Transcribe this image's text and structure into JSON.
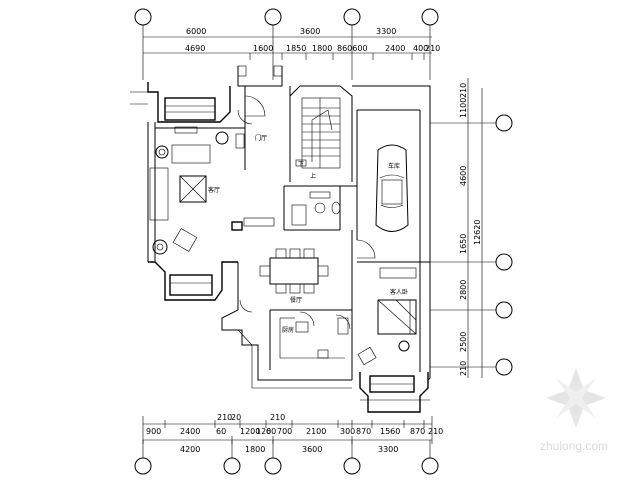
{
  "dims": {
    "top_total": [
      "6000",
      "3600",
      "3300"
    ],
    "top_detail": [
      "4690",
      "1600",
      "1850",
      "1800",
      "860600",
      "2400",
      "400",
      "210"
    ],
    "bottom_detail": [
      "900",
      "2400",
      "60",
      "1200",
      "120",
      "60",
      "700",
      "2100",
      "300",
      "870",
      "1560",
      "870",
      "210"
    ],
    "bottom_detail_small": [
      "210",
      "20",
      "210"
    ],
    "bottom_total": [
      "4200",
      "1800",
      "3600",
      "3300"
    ],
    "right_detail": [
      "210",
      "1100",
      "4600",
      "1650",
      "2800",
      "2500",
      "210"
    ],
    "right_total": "12620"
  },
  "rooms": {
    "hall": "门厅",
    "living": "客厅",
    "garage": "车库",
    "dining": "餐厅",
    "kitchen": "厨房",
    "bedroom": "客人卧",
    "stair_down": "下",
    "stair_up": "上"
  },
  "watermark": "zhulong.com"
}
